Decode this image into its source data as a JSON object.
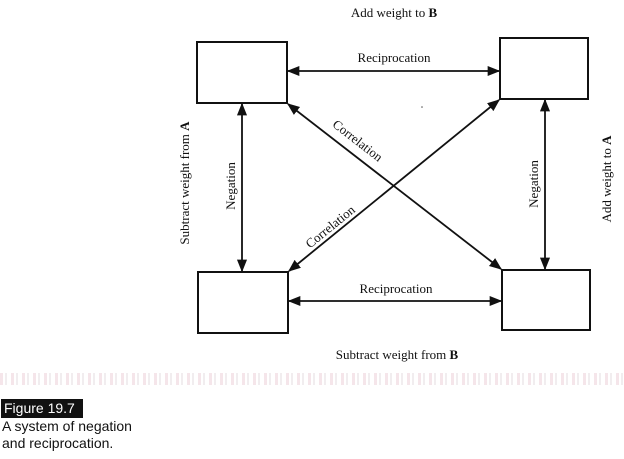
{
  "diagram": {
    "top_label": {
      "prefix": "Add weight to ",
      "bold": "B"
    },
    "bottom_label": {
      "prefix": "Subtract weight from ",
      "bold": "B"
    },
    "left_label": {
      "prefix": "Subtract weight from ",
      "bold": "A"
    },
    "right_label": {
      "prefix": "Add weight to ",
      "bold": "A"
    },
    "boxes": [
      {
        "id": "top-left",
        "text": ""
      },
      {
        "id": "top-right",
        "text": ""
      },
      {
        "id": "bottom-left",
        "text": ""
      },
      {
        "id": "bottom-right",
        "text": ""
      }
    ],
    "arrows": {
      "top_horizontal": "Reciprocation",
      "bottom_horizontal": "Reciprocation",
      "left_vertical": "Negation",
      "right_vertical": "Negation",
      "diagonal_down": "Correlation",
      "diagonal_up": "Correlation"
    },
    "colors": {
      "stroke": "#111111",
      "caption_bg": "#111111",
      "caption_fg": "#ffffff"
    }
  },
  "caption": {
    "figure_label": "Figure 19.7",
    "line1": "A system of negation",
    "line2": "and reciprocation."
  }
}
